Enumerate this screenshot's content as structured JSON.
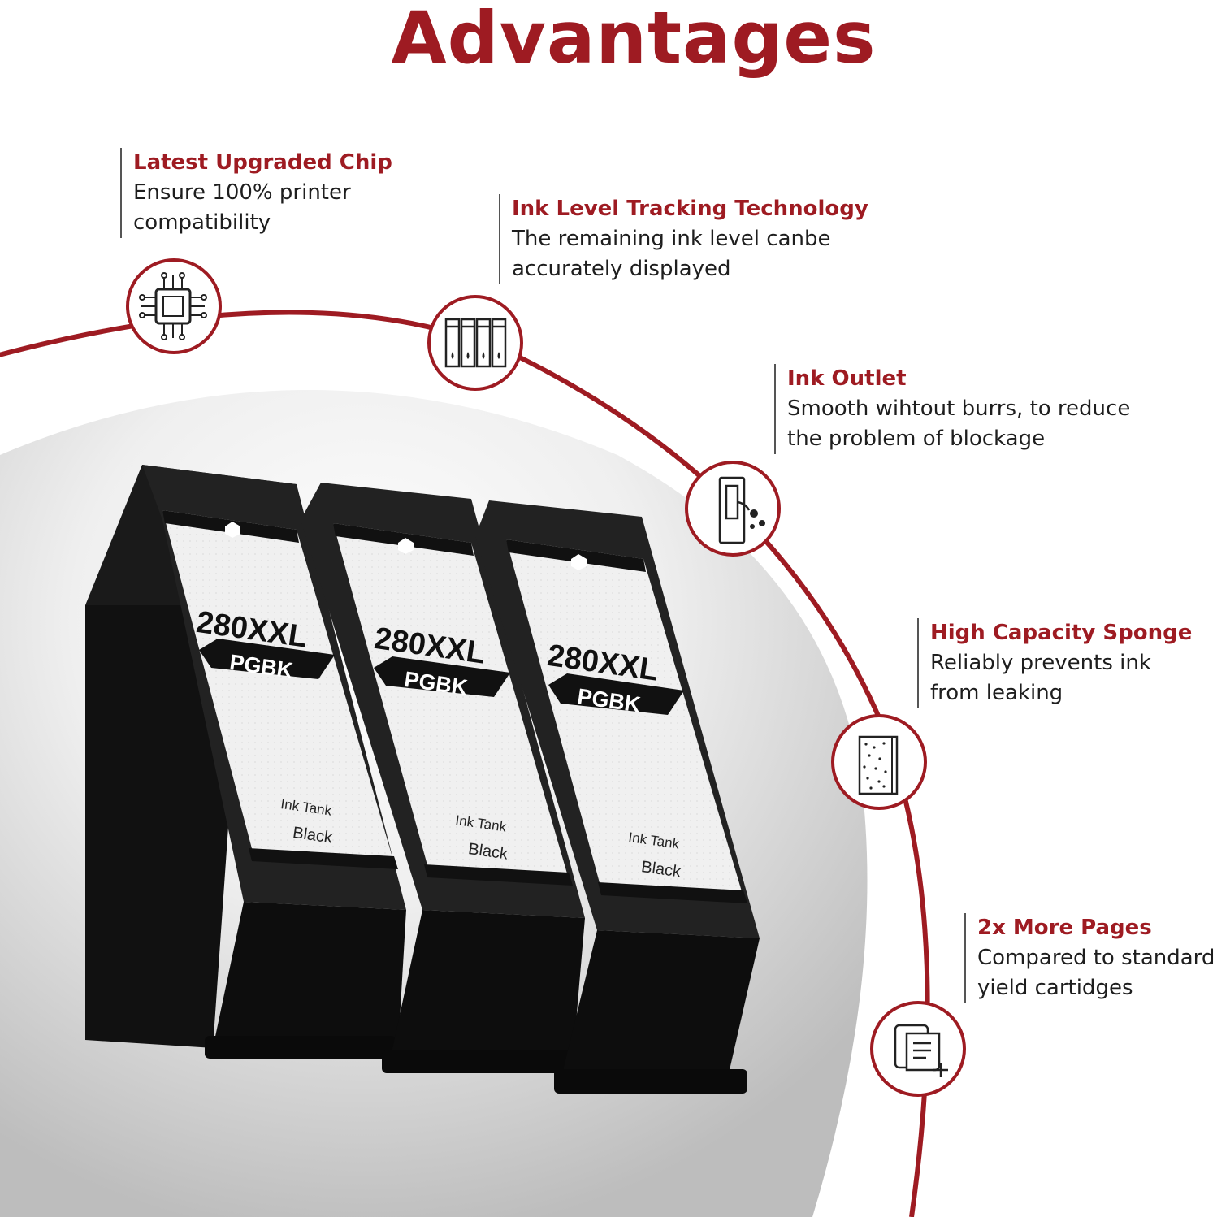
{
  "title": "Advantages",
  "colors": {
    "accent": "#9e1b22",
    "text": "#1e1e1e",
    "background": "#ffffff"
  },
  "features": [
    {
      "icon": "chip-icon",
      "title": "Latest Upgraded Chip",
      "lines": [
        "Ensure 100% printer",
        "compatibility"
      ]
    },
    {
      "icon": "ink-level-icon",
      "title": "Ink Level Tracking Technology",
      "lines": [
        "The remaining ink level canbe",
        "accurately displayed"
      ]
    },
    {
      "icon": "ink-outlet-icon",
      "title": "Ink Outlet",
      "lines": [
        "Smooth wihtout burrs, to reduce",
        "the problem of blockage"
      ]
    },
    {
      "icon": "sponge-icon",
      "title": "High Capacity Sponge",
      "lines": [
        "Reliably prevents ink",
        "from leaking"
      ]
    },
    {
      "icon": "pages-icon",
      "title": "2x More Pages",
      "lines": [
        "Compared to standard",
        "yield cartidges"
      ]
    }
  ],
  "cartridges": [
    {
      "model": "280XXL",
      "type": "PGBK",
      "label1": "Ink Tank",
      "label2": "Black"
    },
    {
      "model": "280XXL",
      "type": "PGBK",
      "label1": "Ink Tank",
      "label2": "Black"
    },
    {
      "model": "280XXL",
      "type": "PGBK",
      "label1": "Ink Tank",
      "label2": "Black"
    }
  ]
}
